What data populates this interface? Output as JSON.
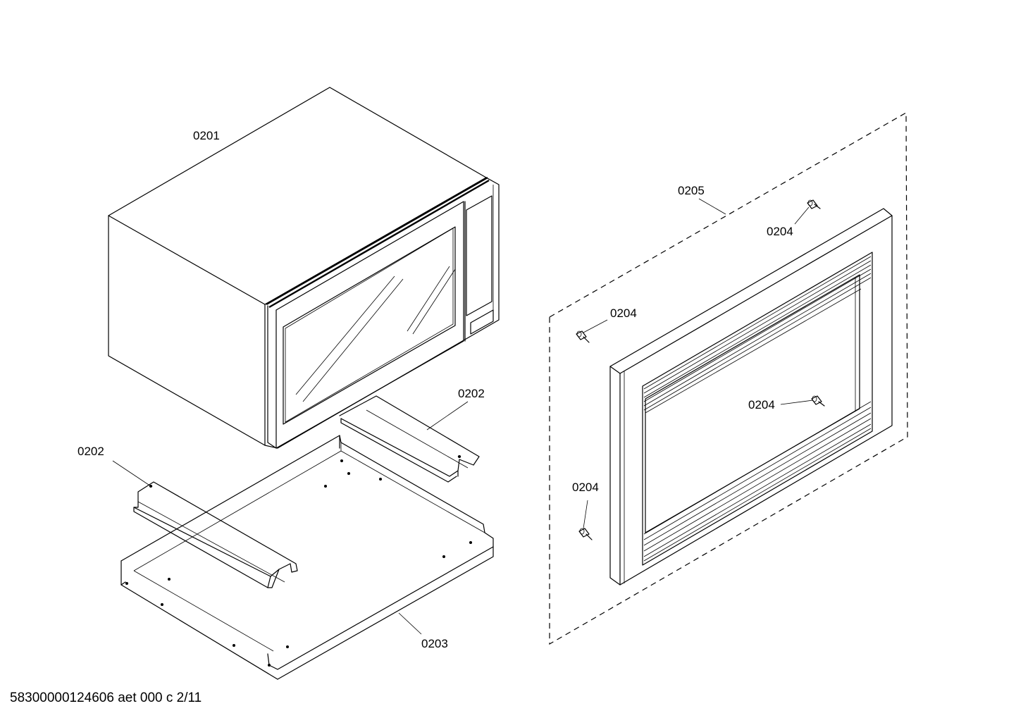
{
  "labels": {
    "p0201": "0201",
    "p0202_a": "0202",
    "p0202_b": "0202",
    "p0203": "0203",
    "p0204_a": "0204",
    "p0204_b": "0204",
    "p0204_c": "0204",
    "p0204_d": "0204",
    "p0205": "0205"
  },
  "footer": "58300000124606 aet 000 c 2/11"
}
